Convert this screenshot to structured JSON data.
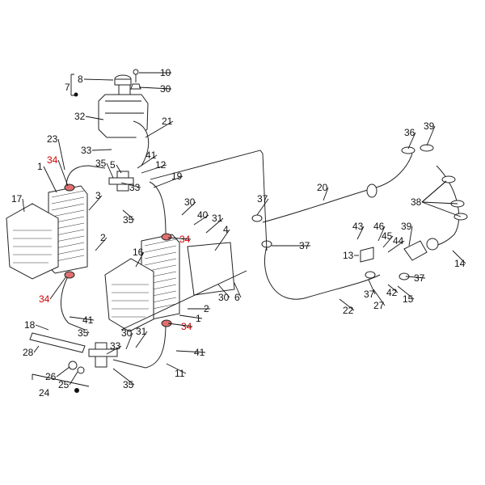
{
  "callouts": [
    {
      "n": "1",
      "color": "normal"
    },
    {
      "n": "2",
      "color": "normal"
    },
    {
      "n": "3",
      "color": "normal"
    },
    {
      "n": "4",
      "color": "normal"
    },
    {
      "n": "5",
      "color": "normal"
    },
    {
      "n": "6",
      "color": "normal"
    },
    {
      "n": "7",
      "color": "normal"
    },
    {
      "n": "8",
      "color": "normal"
    },
    {
      "n": "10",
      "color": "normal"
    },
    {
      "n": "11",
      "color": "normal"
    },
    {
      "n": "12",
      "color": "normal"
    },
    {
      "n": "13",
      "color": "normal"
    },
    {
      "n": "14",
      "color": "normal"
    },
    {
      "n": "15",
      "color": "normal"
    },
    {
      "n": "16",
      "color": "normal"
    },
    {
      "n": "17",
      "color": "normal"
    },
    {
      "n": "18",
      "color": "normal"
    },
    {
      "n": "19",
      "color": "normal"
    },
    {
      "n": "20",
      "color": "normal"
    },
    {
      "n": "21",
      "color": "normal"
    },
    {
      "n": "22",
      "color": "normal"
    },
    {
      "n": "23",
      "color": "normal"
    },
    {
      "n": "24",
      "color": "normal"
    },
    {
      "n": "25",
      "color": "normal"
    },
    {
      "n": "26",
      "color": "normal"
    },
    {
      "n": "27",
      "color": "normal"
    },
    {
      "n": "28",
      "color": "normal"
    },
    {
      "n": "30",
      "color": "normal"
    },
    {
      "n": "31",
      "color": "normal"
    },
    {
      "n": "32",
      "color": "normal"
    },
    {
      "n": "33",
      "color": "normal"
    },
    {
      "n": "34",
      "color": "red"
    },
    {
      "n": "35",
      "color": "normal"
    },
    {
      "n": "36",
      "color": "normal"
    },
    {
      "n": "37",
      "color": "normal"
    },
    {
      "n": "38",
      "color": "normal"
    },
    {
      "n": "39",
      "color": "normal"
    },
    {
      "n": "40",
      "color": "normal"
    },
    {
      "n": "41",
      "color": "normal"
    },
    {
      "n": "42",
      "color": "normal"
    },
    {
      "n": "43",
      "color": "normal"
    },
    {
      "n": "44",
      "color": "normal"
    },
    {
      "n": "45",
      "color": "normal"
    },
    {
      "n": "46",
      "color": "normal"
    }
  ],
  "colors": {
    "line": "#111111",
    "highlight": "#d10000",
    "clamp_highlight": "#e07070"
  }
}
